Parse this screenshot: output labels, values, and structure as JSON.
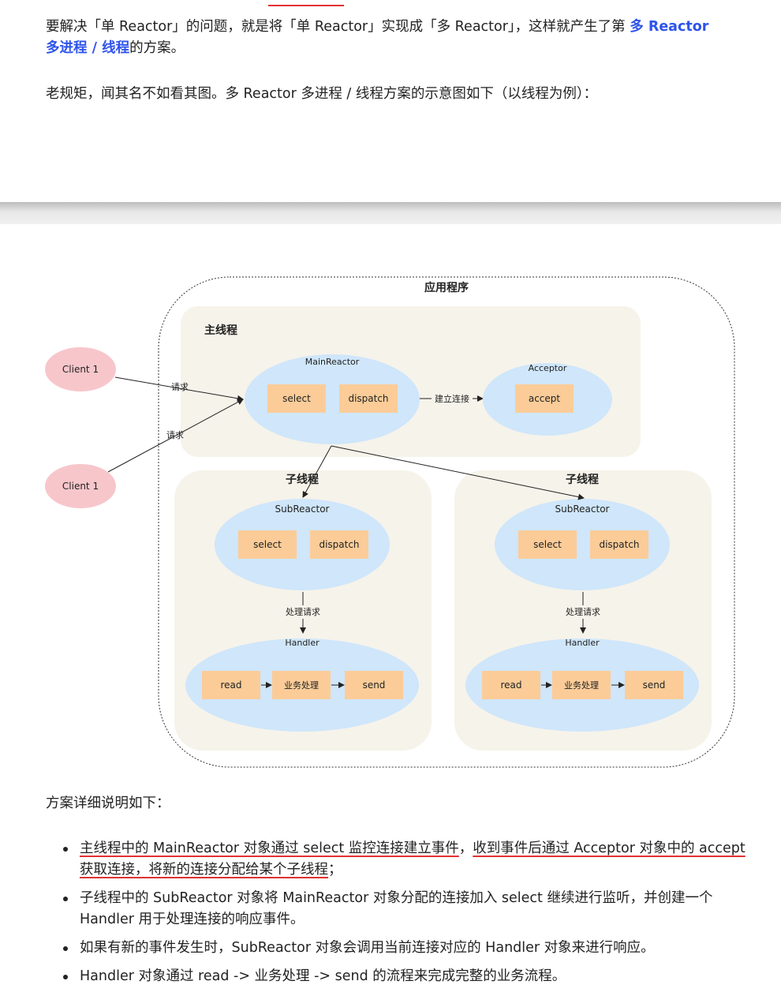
{
  "article": {
    "para1_a": "要解决「单 Reactor」的问题，就是将「单 Reactor」实现成「多 Reactor」，这样就产生了第 ",
    "para1_em": "多 Reactor 多进程 / 线程",
    "para1_b": "的方案。",
    "para2": "老规矩，闻其名不如看其图。多 Reactor 多进程 / 线程方案的示意图如下（以线程为例）：",
    "intro": "方案详细说明如下：",
    "b1_p1": "主线程中的 MainReactor 对象通过 select 监控连接建立事件",
    "b1_p2": "，",
    "b1_p3": "收到事件后通过 Acceptor 对象中的 accept  获取连接，将新的连接分配给某个子线程",
    "b1_p4": "；",
    "b2": "子线程中的 SubReactor 对象将 MainReactor 对象分配的连接加入 select 继续进行监听，并创建一个 Handler 用于处理连接的响应事件。",
    "b3": "如果有新的事件发生时，SubReactor 对象会调用当前连接对应的 Handler 对象来进行响应。",
    "b4": "Handler 对象通过 read -> 业务处理 -> send 的流程来完成完整的业务流程。"
  },
  "diagram": {
    "app_title": "应用程序",
    "main_thread": "主线程",
    "client1": "Client 1",
    "client2": "Client 1",
    "req1": "请求",
    "req2": "请求",
    "main_reactor": "MainReactor",
    "select": "select",
    "dispatch": "dispatch",
    "establish": "建立连接",
    "acceptor": "Acceptor",
    "accept": "accept",
    "sub_left": {
      "title": "子线程",
      "reactor": "SubReactor",
      "select": "select",
      "dispatch": "dispatch",
      "process": "处理请求",
      "handler": "Handler",
      "read": "read",
      "biz": "业务处理",
      "send": "send"
    },
    "sub_right": {
      "title": "子线程",
      "reactor": "SubReactor",
      "select": "select",
      "dispatch": "dispatch",
      "process": "处理请求",
      "handler": "Handler",
      "read": "read",
      "biz": "业务处理",
      "send": "send"
    }
  },
  "colors": {
    "accent": "#2f54eb",
    "ellipse": "#cfe6fb",
    "box": "#fbcc98",
    "thread_bg": "#f6f3ea",
    "client": "#f7c6cb",
    "underline": "#e03131"
  }
}
